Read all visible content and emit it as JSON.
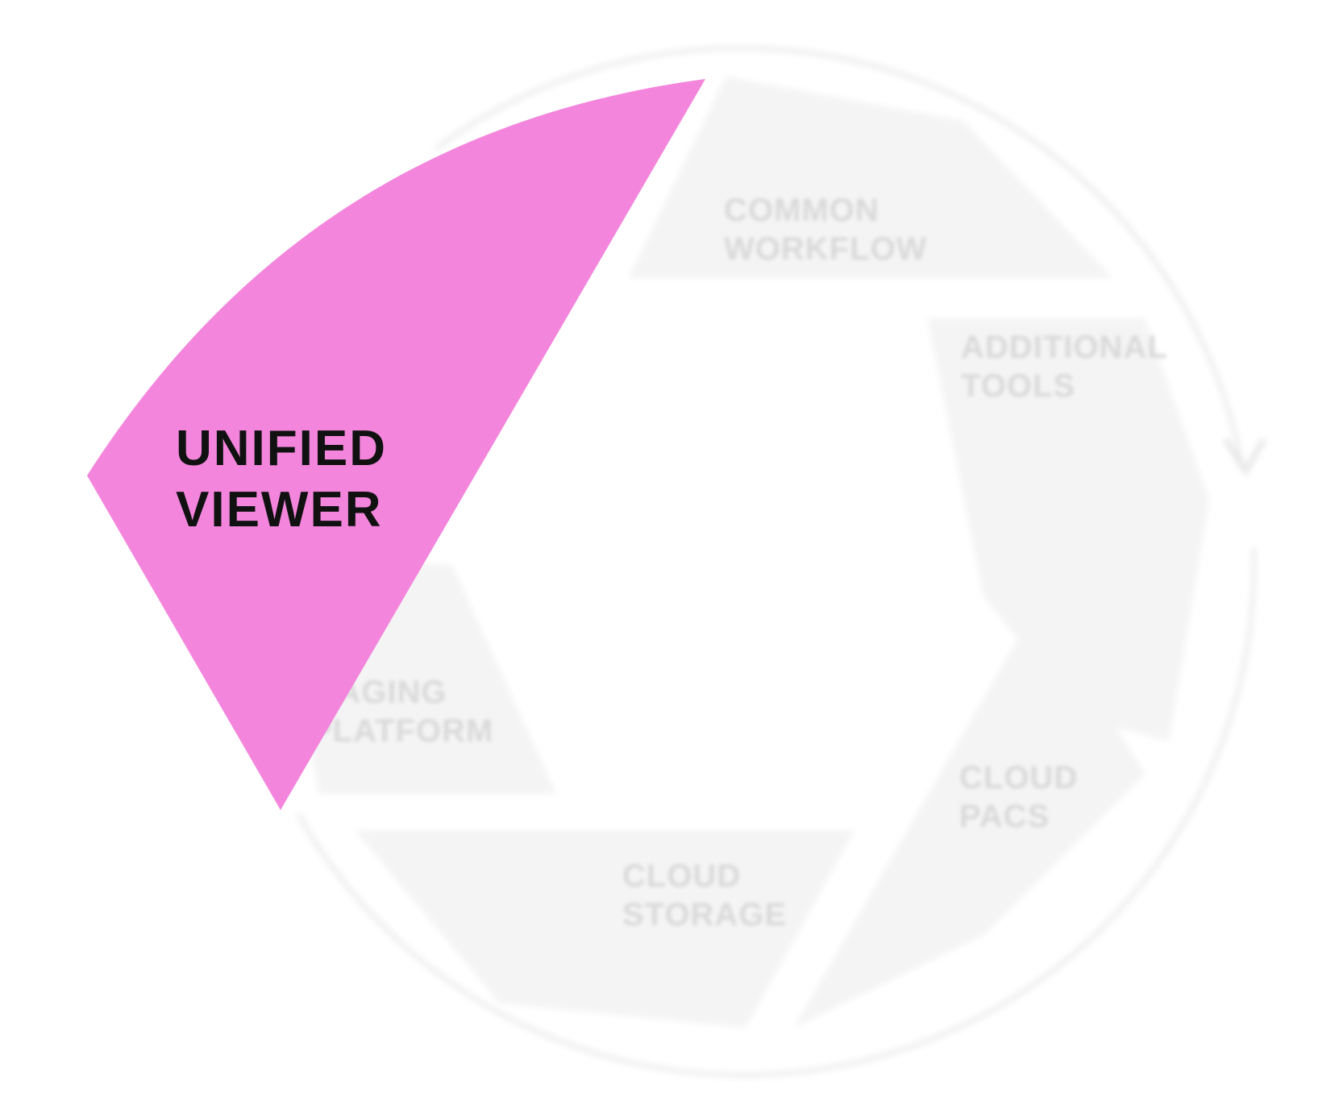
{
  "diagram": {
    "colors": {
      "active_segment": "#f386dc",
      "inactive_segment": "#f4f4f4",
      "ring": "#eeeeee",
      "active_text": "#111111",
      "inactive_text": "#d9d9d9"
    },
    "segments": [
      {
        "id": "unified-viewer",
        "active": true,
        "lines": [
          "UNIFIED",
          "VIEWER"
        ]
      },
      {
        "id": "common-workflow",
        "active": false,
        "lines": [
          "COMMON",
          "WORKFLOW"
        ]
      },
      {
        "id": "additional-tools",
        "active": false,
        "lines": [
          "ADDITIONAL",
          "TOOLS"
        ]
      },
      {
        "id": "cloud-pacs",
        "active": false,
        "lines": [
          "CLOUD",
          "PACS"
        ]
      },
      {
        "id": "cloud-storage",
        "active": false,
        "lines": [
          "CLOUD",
          "STORAGE"
        ]
      },
      {
        "id": "imaging-platform",
        "active": false,
        "lines": [
          "IMAGING",
          "PLATFORM"
        ]
      }
    ],
    "direction_icon": "clockwise-arrow-icon"
  }
}
